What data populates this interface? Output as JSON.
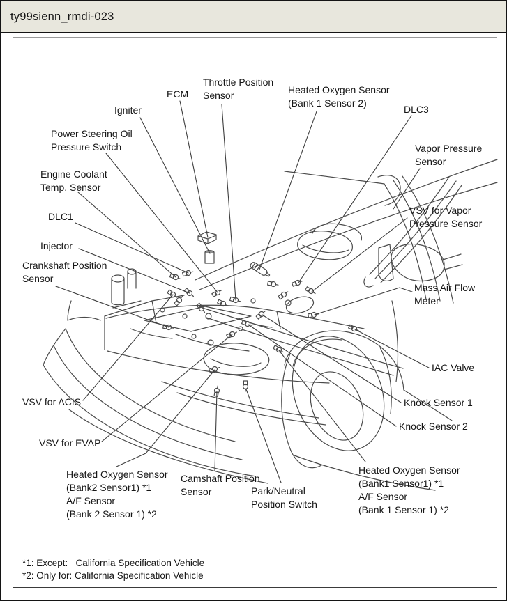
{
  "window": {
    "title": "ty99sienn_rmdi-023"
  },
  "diagram": {
    "labels": {
      "throttle_position": "Throttle Position\nSensor",
      "ecm": "ECM",
      "igniter": "Igniter",
      "ho2s_b1s2": "Heated Oxygen Sensor\n(Bank 1 Sensor 2)",
      "dlc3": "DLC3",
      "power_steering": "Power Steering Oil\nPressure Switch",
      "vapor_pressure": "Vapor Pressure\nSensor",
      "engine_coolant": "Engine Coolant\nTemp. Sensor",
      "vsv_vapor": "VSV for Vapor\nPressure Sensor",
      "dlc1": "DLC1",
      "injector": "Injector",
      "crankshaft": "Crankshaft Position\nSensor",
      "maf": "Mass Air Flow\nMeter",
      "iac": "IAC Valve",
      "knock1": "Knock Sensor 1",
      "knock2": "Knock Sensor 2",
      "vsv_acis": "VSV for ACIS",
      "vsv_evap": "VSV for EVAP",
      "ho2s_b2s1": "Heated Oxygen Sensor\n(Bank2 Sensor1) *1\nA/F Sensor\n (Bank 2 Sensor 1) *2",
      "camshaft": "Camshaft Position\nSensor",
      "park_neutral": "Park/Neutral\nPosition Switch",
      "ho2s_b1s1": "Heated Oxygen Sensor\n(Bank1 Sensor1) *1\nA/F Sensor\n(Bank 1 Sensor 1) *2"
    },
    "footnotes": [
      "*1: Except:   California Specification Vehicle",
      "*2: Only for: California Specification Vehicle"
    ]
  },
  "colors": {
    "titlebar_bg": "#e8e7dd",
    "outer_border": "#141414",
    "inner_border": "#9a9a9a",
    "line_art": "#4a4a4a",
    "leader_line": "#3d3d3d",
    "text": "#161616"
  }
}
